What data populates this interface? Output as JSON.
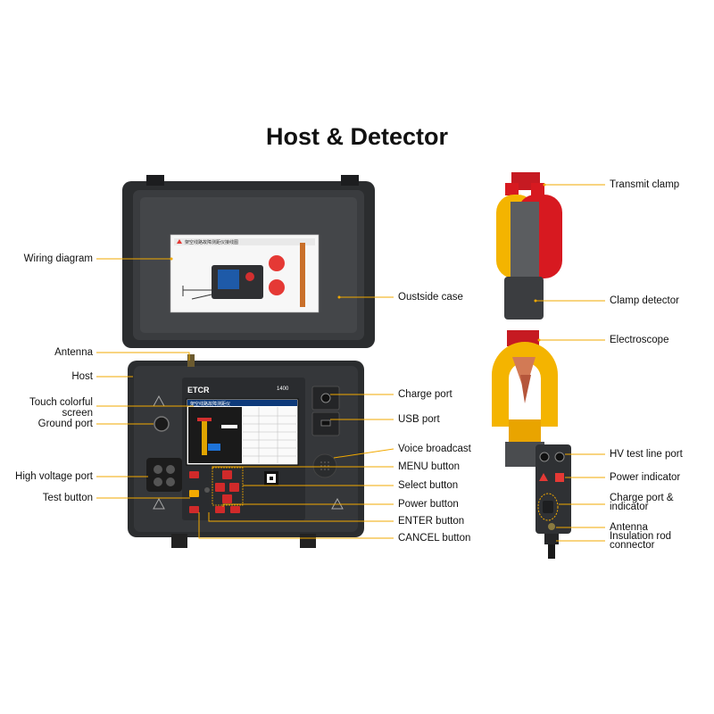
{
  "title": "Host & Detector",
  "device": {
    "brand": "ETCR",
    "model": "1400",
    "screen_heading": "架空线路故障测距仪",
    "case_title": "架空线路故障测距仪接线图"
  },
  "labels": {
    "wiring_diagram": "Wiring diagram",
    "antenna_left": "Antenna",
    "host": "Host",
    "touch_screen": "Touch colorful screen",
    "ground_port": "Ground port",
    "high_voltage_port": "High voltage port",
    "test_button": "Test button",
    "outside_case": "Oustside case",
    "charge_port": "Charge port",
    "usb_port": "USB port",
    "voice_broadcast": "Voice broadcast",
    "menu_button": "MENU button",
    "select_button": "Select button",
    "power_button": "Power button",
    "enter_button": "ENTER button",
    "cancel_button": "CANCEL button",
    "transmit_clamp": "Transmit clamp",
    "clamp_detector": "Clamp detector",
    "electroscope": "Electroscope",
    "hv_test_line_port": "HV test line port",
    "power_indicator": "Power indicator",
    "charge_port_indicator": "Charge port & indicator",
    "antenna_right": "Antenna",
    "insulation_rod": "Insulation rod connector"
  },
  "colors": {
    "case": "#2b2d2f",
    "clamp_yellow": "#f4b400",
    "clamp_red": "#d71920",
    "leader": "#f2a900",
    "key_red": "#d02a2a"
  }
}
